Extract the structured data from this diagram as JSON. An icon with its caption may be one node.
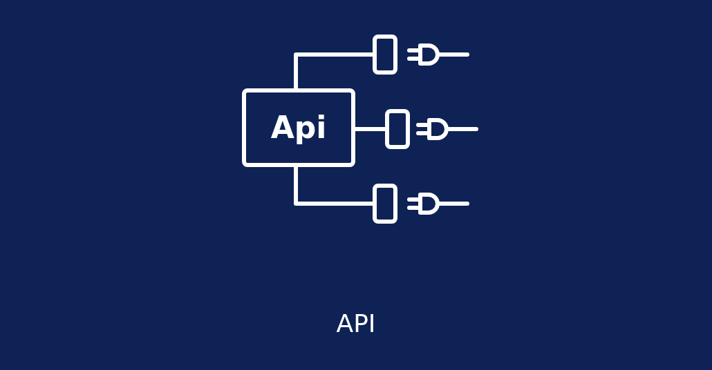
{
  "diagram": {
    "caption": "API",
    "nodes": [
      {
        "text": [
          "Api"
        ]
      },
      {
        "text": [],
        "shape": "box"
      },
      {
        "text": [],
        "shape": "box"
      },
      {
        "text": [],
        "shape": "box"
      }
    ],
    "edges": [
      {
        "from": 0,
        "to": 1,
        "arrow": "none"
      },
      {
        "from": 0,
        "to": 2,
        "arrow": "none"
      },
      {
        "from": 0,
        "to": 3,
        "arrow": "none"
      }
    ]
  }
}
